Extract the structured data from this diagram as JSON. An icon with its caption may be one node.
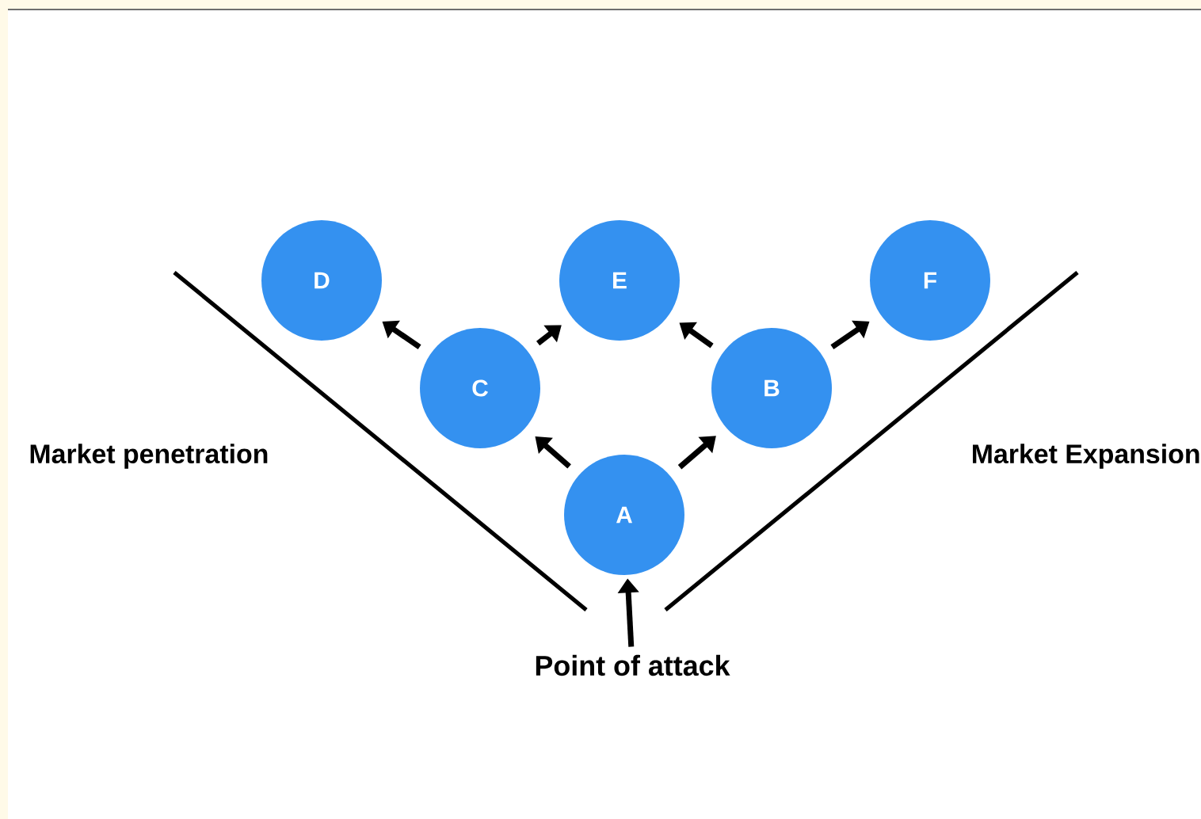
{
  "diagram": {
    "nodes": [
      {
        "text": [
          "D"
        ]
      },
      {
        "text": [
          "E"
        ]
      },
      {
        "text": [
          "F"
        ]
      },
      {
        "text": [
          "C"
        ]
      },
      {
        "text": [
          "B"
        ]
      },
      {
        "text": [
          "A"
        ]
      },
      {
        "text": [
          "Point of attack"
        ]
      }
    ],
    "edges": [
      {
        "from": 6,
        "to": 5,
        "arrow": "to"
      },
      {
        "from": 5,
        "to": 3,
        "arrow": "to"
      },
      {
        "from": 5,
        "to": 4,
        "arrow": "to"
      },
      {
        "from": 3,
        "to": 0,
        "arrow": "to"
      },
      {
        "from": 3,
        "to": 1,
        "arrow": "to"
      },
      {
        "from": 4,
        "to": 1,
        "arrow": "to"
      },
      {
        "from": 4,
        "to": 2,
        "arrow": "to"
      }
    ],
    "labels": [
      "Market penetration",
      "Market Expansion"
    ]
  }
}
